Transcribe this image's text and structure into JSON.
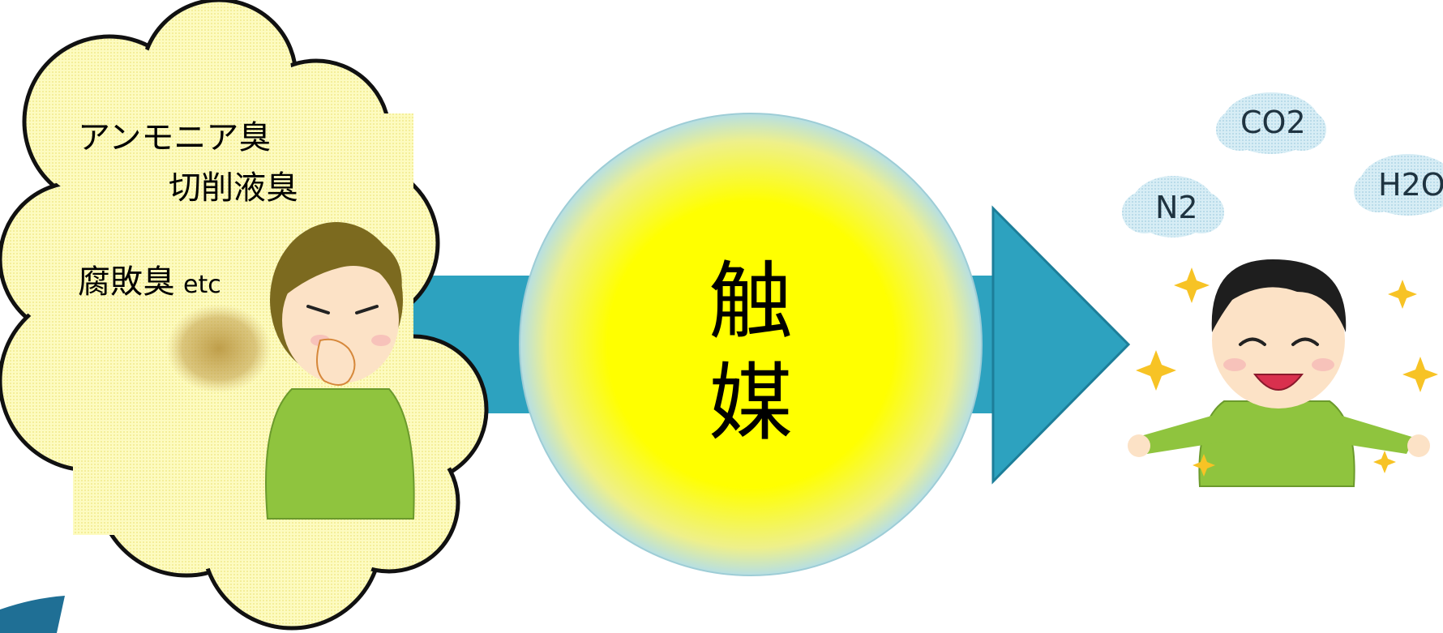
{
  "diagram": {
    "odor_cloud": {
      "items": [
        "アンモニア臭",
        "切削液臭",
        "腐敗臭"
      ],
      "etc": "etc"
    },
    "catalyst": {
      "char1": "触",
      "char2": "媒"
    },
    "outputs": {
      "co2": "CO2",
      "h2o": "H2O",
      "n2": "N2"
    }
  },
  "colors": {
    "cloud_fill": "#fdfbc0",
    "arrow": "#2da2bf",
    "catalyst_center": "#ffff00",
    "catalyst_rim": "#b6dfe4",
    "gas_cloud": "#cfe8f2",
    "shirt": "#8fc43e",
    "hair": "#1e1e1e",
    "skin": "#fce2c6"
  }
}
